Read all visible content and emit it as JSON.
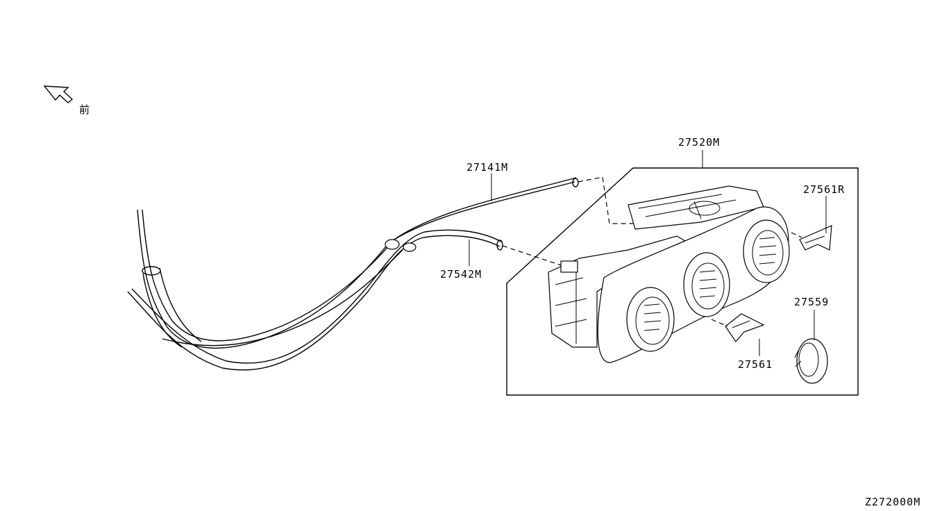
{
  "direction_indicator": {
    "label": "前"
  },
  "callouts": [
    {
      "id": "27520M"
    },
    {
      "id": "27141M"
    },
    {
      "id": "27542M"
    },
    {
      "id": "27561R"
    },
    {
      "id": "27559"
    },
    {
      "id": "27561"
    }
  ],
  "diagram_code": "Z272000M"
}
